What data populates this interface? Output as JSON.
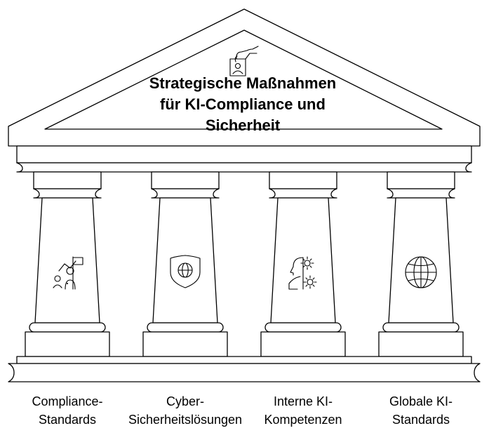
{
  "diagram": {
    "title_lines": [
      "Strategische Maßnahmen",
      "für KI-Compliance und",
      "Sicherheit"
    ],
    "pillars": [
      {
        "label_lines": [
          "Compliance-",
          "Standards"
        ],
        "icon": "team-goal-flag-icon"
      },
      {
        "label_lines": [
          "Cyber-",
          "Sicherheitslösungen"
        ],
        "icon": "shield-globe-icon"
      },
      {
        "label_lines": [
          "Interne KI-",
          "Kompetenzen"
        ],
        "icon": "head-gears-icon"
      },
      {
        "label_lines": [
          "Globale KI-",
          "Standards"
        ],
        "icon": "globe-icon"
      }
    ],
    "pediment_icon": "hand-holding-badge-icon",
    "stroke_color": "#000000",
    "fill_color": "#ffffff"
  }
}
